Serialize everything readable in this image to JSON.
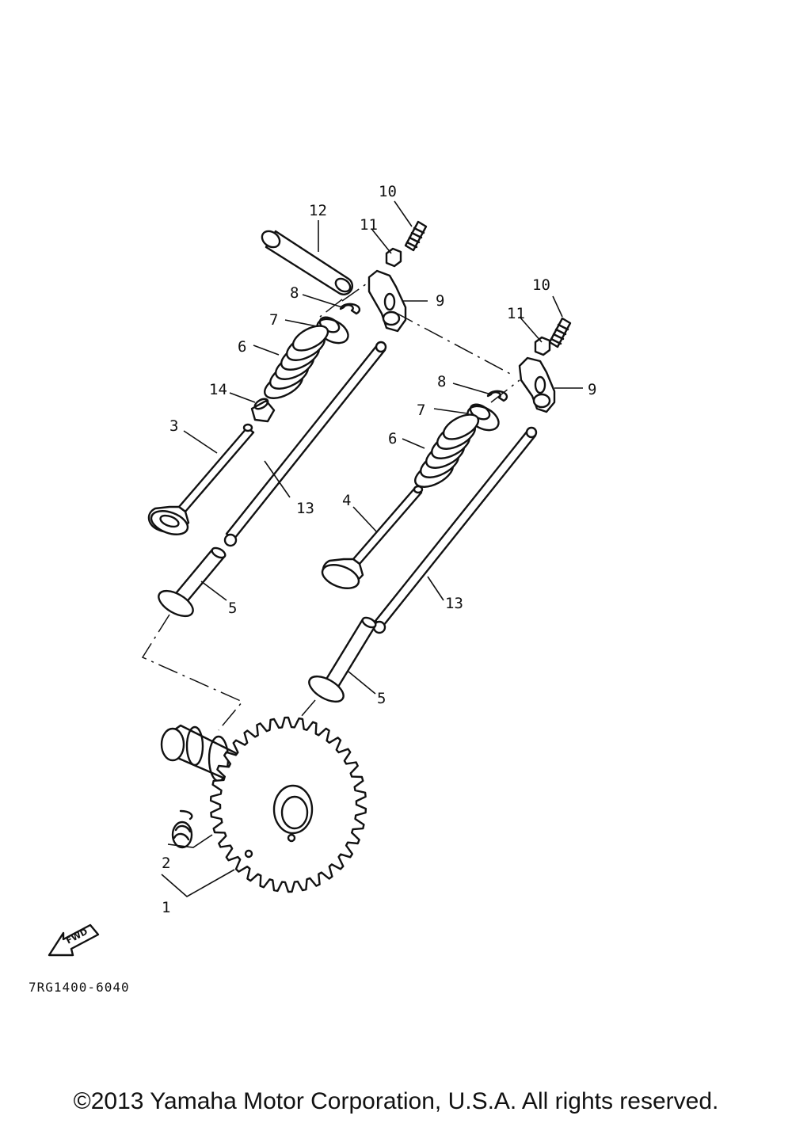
{
  "diagram": {
    "callouts": {
      "c1": "1",
      "c2": "2",
      "c3": "3",
      "c4": "4",
      "c5a": "5",
      "c5b": "5",
      "c6a": "6",
      "c6b": "6",
      "c7a": "7",
      "c7b": "7",
      "c8a": "8",
      "c8b": "8",
      "c9a": "9",
      "c9b": "9",
      "c10a": "10",
      "c10b": "10",
      "c11a": "11",
      "c11b": "11",
      "c12": "12",
      "c13a": "13",
      "c13b": "13",
      "c14": "14"
    },
    "fwd_label": "FWD",
    "diagram_code": "7RG1400-6040"
  },
  "footer": {
    "copyright": "©2013 Yamaha Motor Corporation, U.S.A. All rights reserved."
  }
}
